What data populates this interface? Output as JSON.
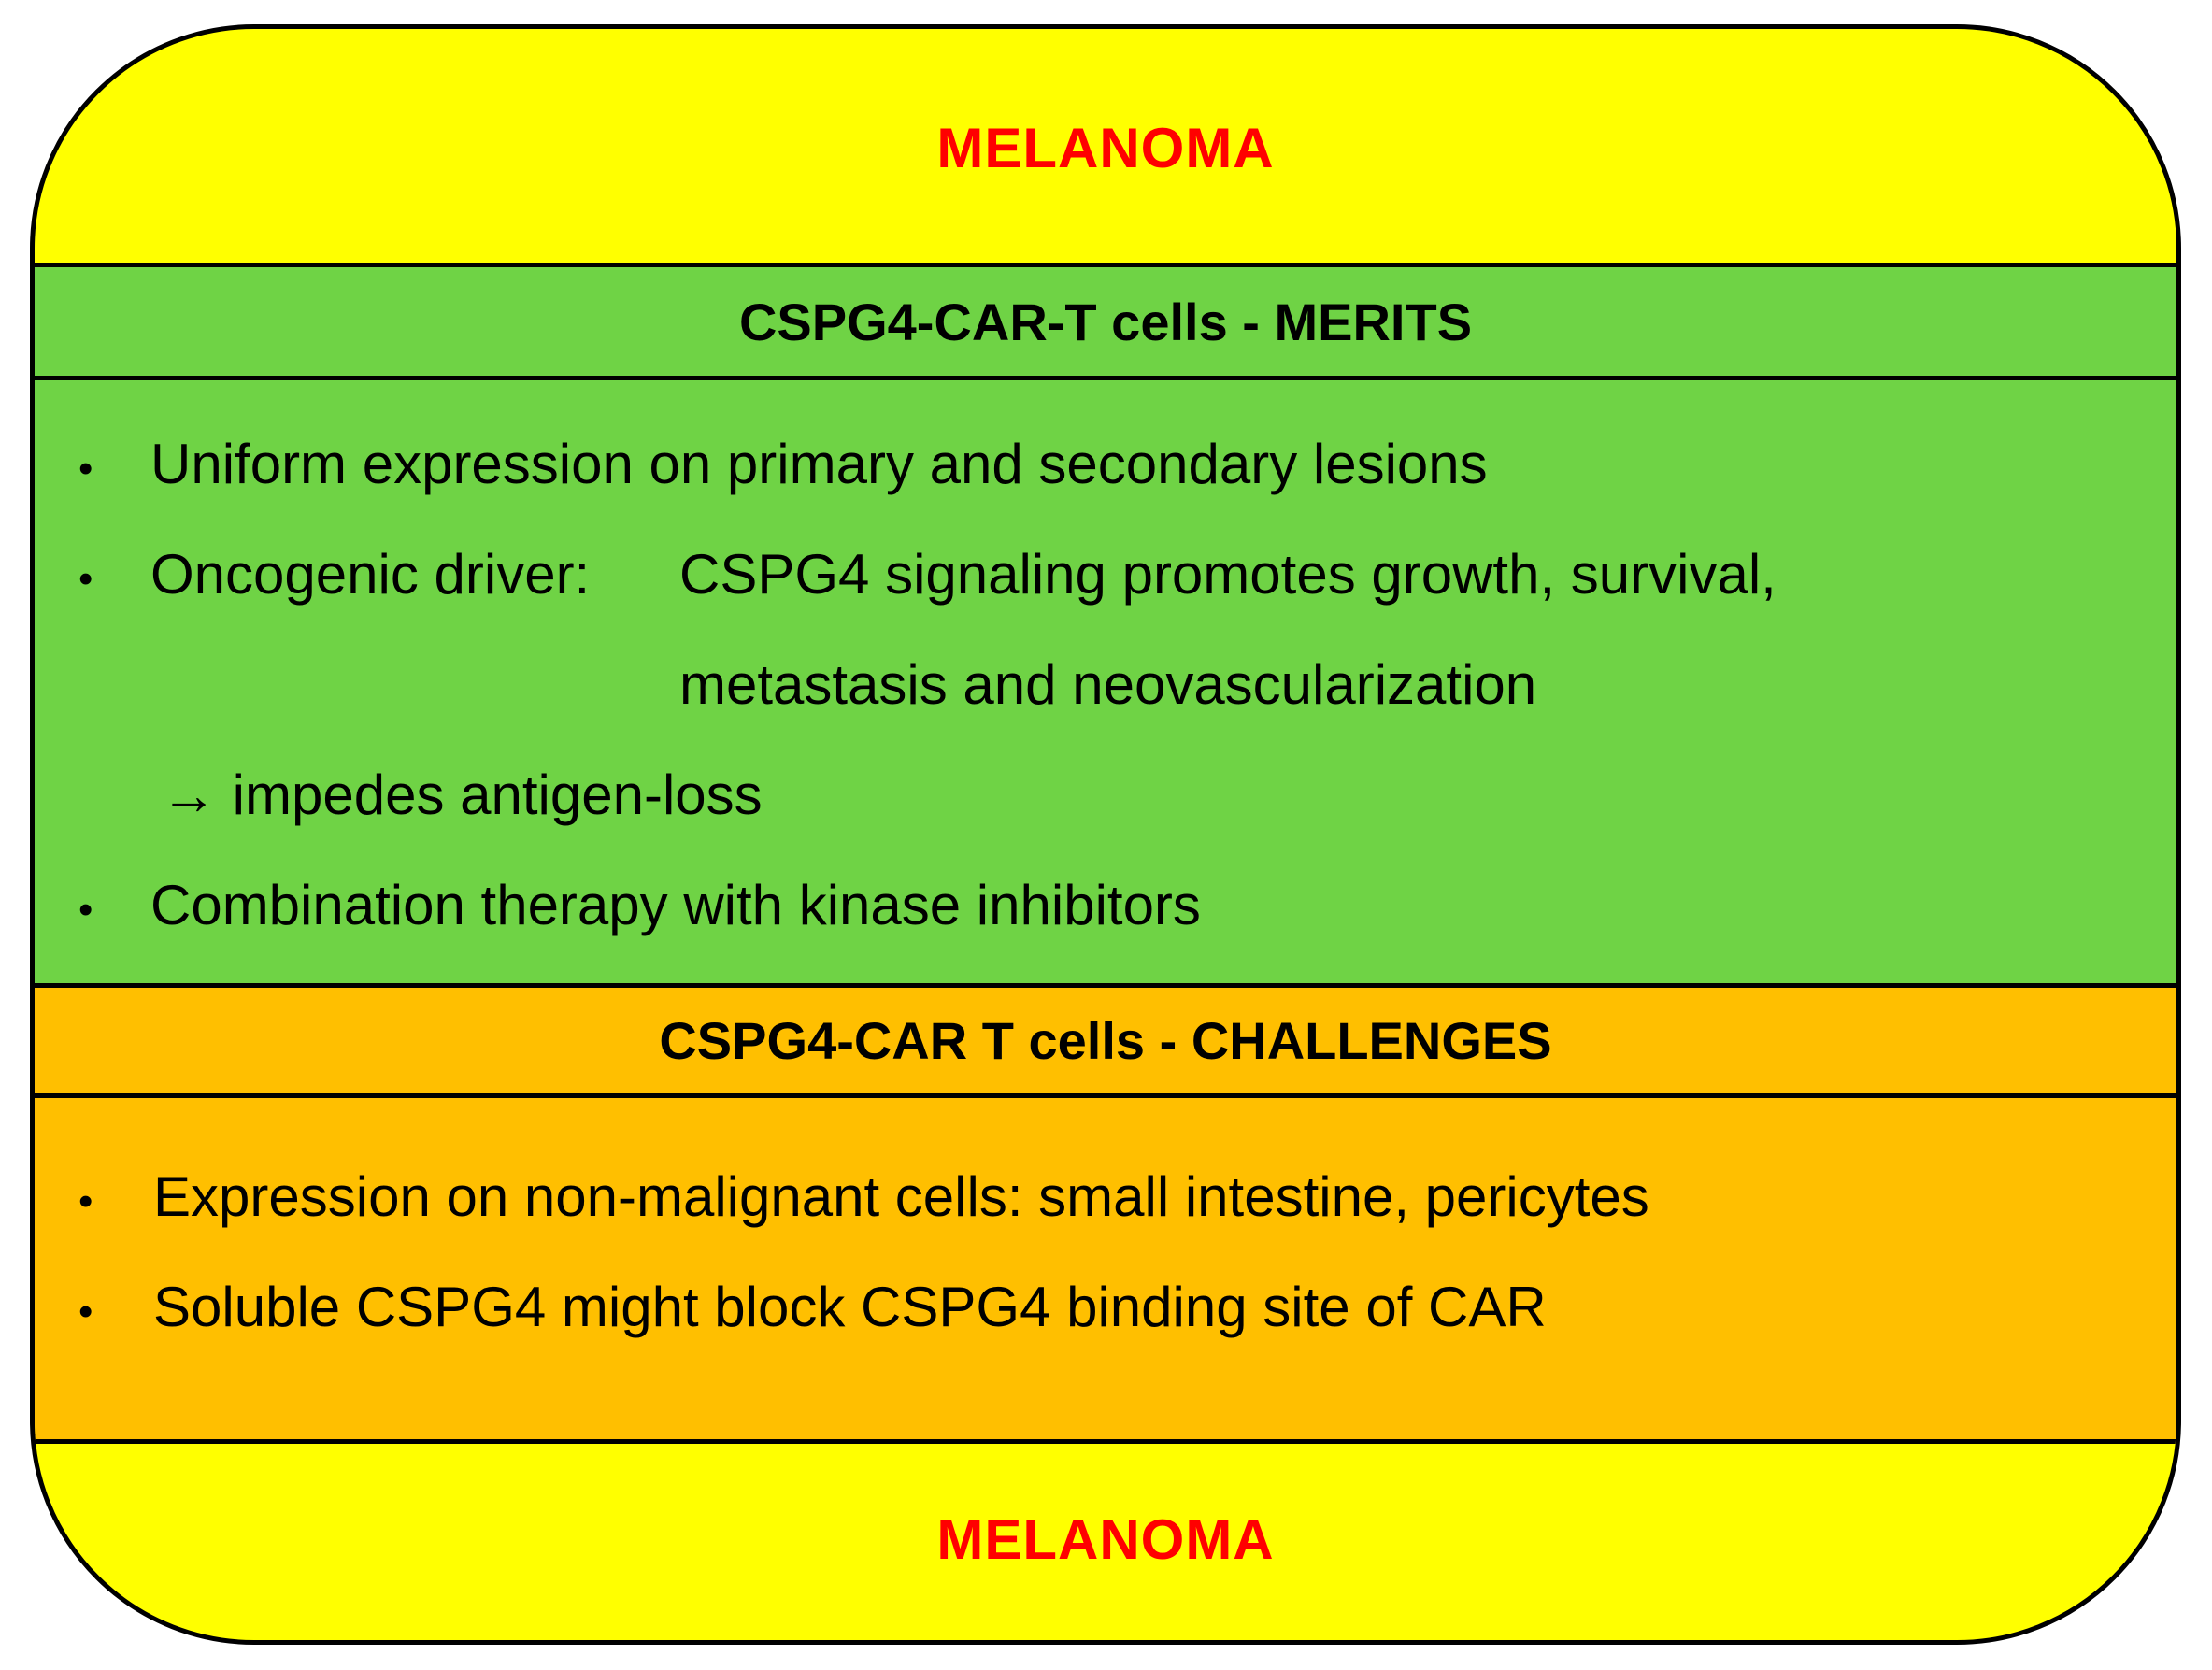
{
  "title_top": "MELANOMA",
  "title_bottom": "MELANOMA",
  "merits": {
    "header": "CSPG4-CAR-T cells  - MERITS",
    "bullet_symbol": "•",
    "item1": "Uniform expression on primary and secondary lesions",
    "item2_label": "Oncogenic driver:",
    "item2_text": "CSPG4 signaling promotes growth, survival,",
    "item2_cont": "metastasis and neovascularization",
    "arrow_line": "→ impedes antigen-loss",
    "item3": "Combination therapy with kinase inhibitors"
  },
  "challenges": {
    "header": "CSPG4-CAR T cells  - CHALLENGES",
    "bullet_symbol": "•",
    "item1": "Expression on non-malignant  cells: small intestine, pericytes",
    "item2": "Soluble CSPG4 might block CSPG4 binding site of CAR"
  },
  "colors": {
    "outer": "#ffff00",
    "merits": "#6fd345",
    "challenges": "#ffbf00",
    "title": "#ff0000"
  }
}
